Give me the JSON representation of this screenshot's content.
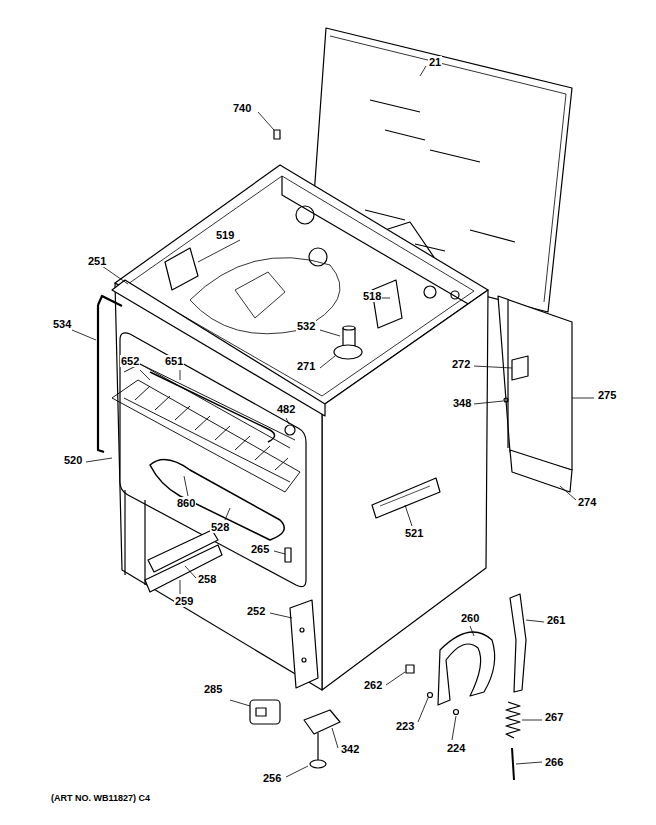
{
  "diagram": {
    "labels": [
      "21",
      "740",
      "519",
      "251",
      "518",
      "534",
      "532",
      "271",
      "272",
      "652",
      "651",
      "482",
      "348",
      "275",
      "520",
      "274",
      "860",
      "528",
      "521",
      "265",
      "258",
      "259",
      "252",
      "260",
      "261",
      "262",
      "285",
      "223",
      "224",
      "267",
      "342",
      "256",
      "266",
      "(ART NO. WB11827) C4"
    ]
  }
}
